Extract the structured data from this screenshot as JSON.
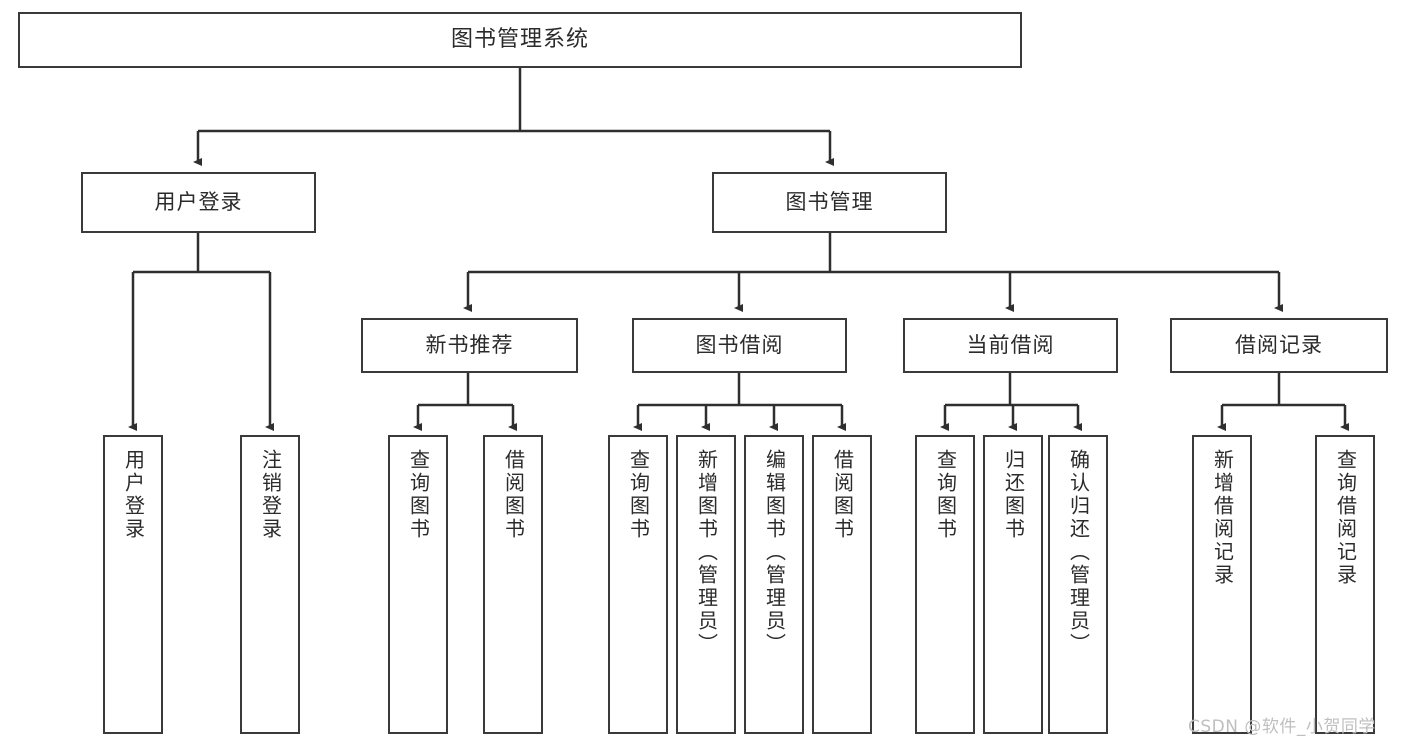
{
  "diagram": {
    "type": "tree",
    "title": "图书管理系统",
    "watermark": "CSDN @软件_小贺同学",
    "colors": {
      "box_border": "#3a3a3a",
      "box_fill": "#ffffff",
      "connector": "#2f2f2f",
      "text": "#2b2b2b",
      "watermark": "#bfbfbf",
      "background": "#ffffff"
    },
    "root": {
      "label": "图书管理系统"
    },
    "level1": [
      {
        "label": "用户登录"
      },
      {
        "label": "图书管理"
      }
    ],
    "level2": [
      {
        "label": "新书推荐"
      },
      {
        "label": "图书借阅"
      },
      {
        "label": "当前借阅"
      },
      {
        "label": "借阅记录"
      }
    ],
    "leaves": {
      "user_login": [
        {
          "label": "用户登录"
        },
        {
          "label": "注销登录"
        }
      ],
      "new_book_recommend": [
        {
          "label": "查询图书"
        },
        {
          "label": "借阅图书"
        }
      ],
      "book_borrow": [
        {
          "label": "查询图书"
        },
        {
          "label": "新增图书（管理员）"
        },
        {
          "label": "编辑图书（管理员）"
        },
        {
          "label": "借阅图书"
        }
      ],
      "current_borrow": [
        {
          "label": "查询图书"
        },
        {
          "label": "归还图书"
        },
        {
          "label": "确认归还（管理员）"
        }
      ],
      "borrow_record": [
        {
          "label": "新增借阅记录"
        },
        {
          "label": "查询借阅记录"
        }
      ]
    }
  }
}
